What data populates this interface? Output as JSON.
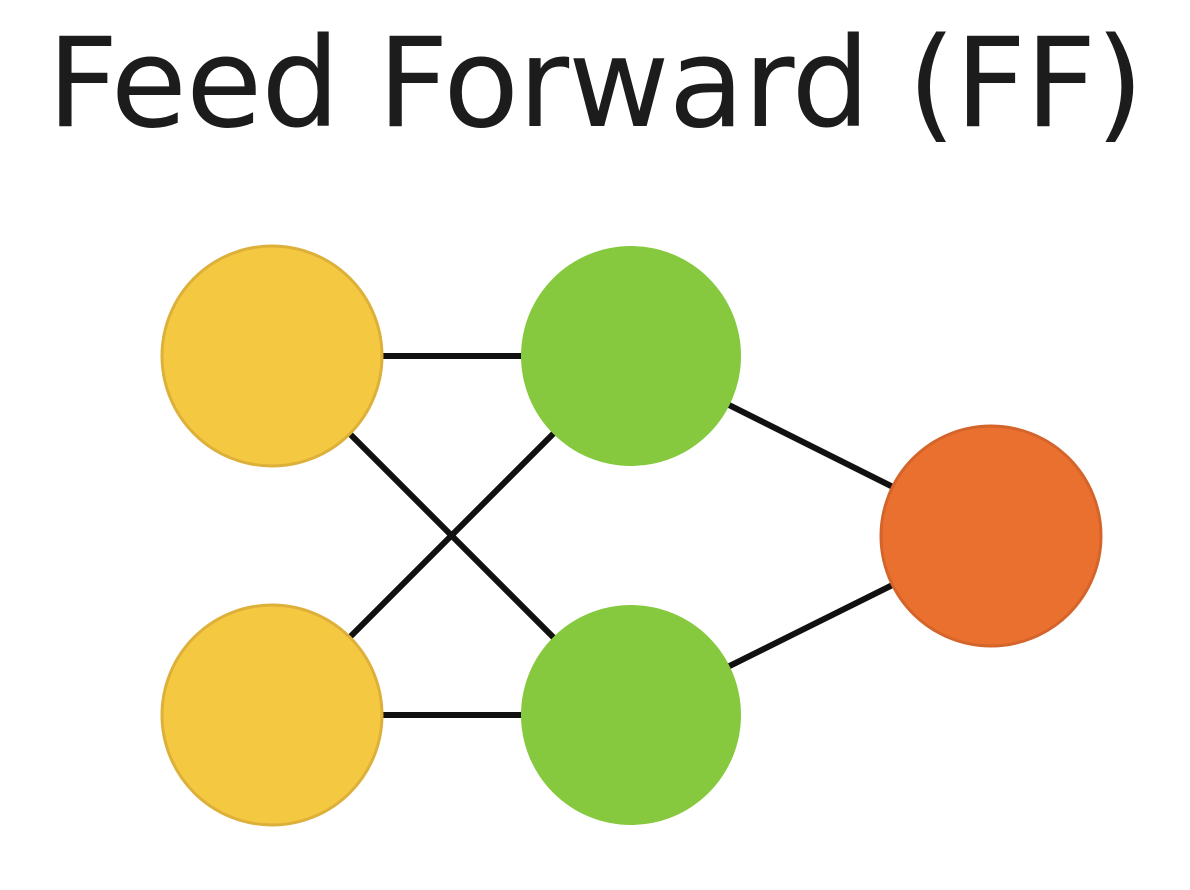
{
  "title": "Feed Forward (FF)",
  "colors": {
    "input_fill": "#F5C842",
    "input_stroke": "#DDB03A",
    "hidden_fill": "#86C83E",
    "output_fill": "#EA7030",
    "output_stroke": "#D5642A",
    "edge": "#111111"
  },
  "layers": [
    {
      "name": "input",
      "nodes": 2
    },
    {
      "name": "hidden",
      "nodes": 2
    },
    {
      "name": "output",
      "nodes": 1
    }
  ],
  "edges": [
    [
      "input-1",
      "hidden-1"
    ],
    [
      "input-1",
      "hidden-2"
    ],
    [
      "input-2",
      "hidden-1"
    ],
    [
      "input-2",
      "hidden-2"
    ],
    [
      "hidden-1",
      "output-1"
    ],
    [
      "hidden-2",
      "output-1"
    ]
  ]
}
